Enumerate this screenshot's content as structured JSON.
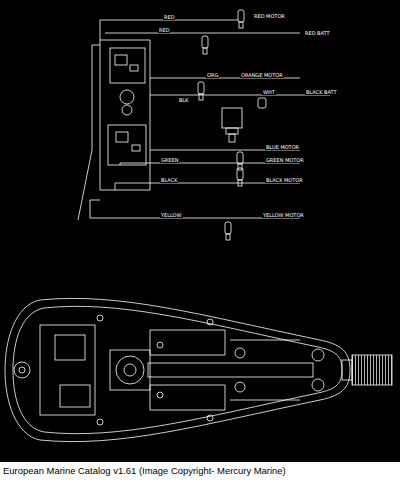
{
  "diagram": {
    "caption": "European Marine Catalog v1.61 (Image Copyright- Mercury Marine)",
    "labels": [
      "RED",
      "RED MOTOR",
      "RED",
      "RED BATT",
      "ORG",
      "ORANGE MOTOR",
      "BLK",
      "WHT",
      "BLACK BATT",
      "BLUE MOTOR",
      "GREEN",
      "GREEN MOTOR",
      "BLACK",
      "BLACK MOTOR",
      "YELLOW",
      "YELLOW MOTOR"
    ]
  }
}
